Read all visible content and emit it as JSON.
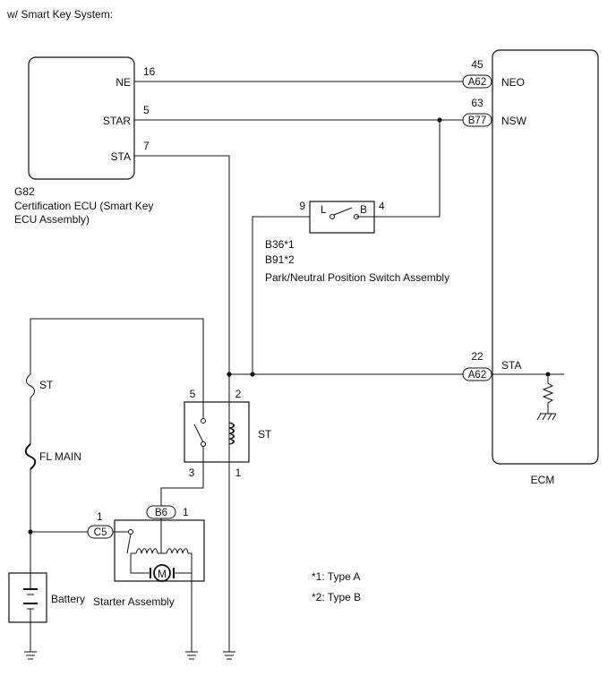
{
  "header": {
    "title": "w/ Smart Key System:"
  },
  "cert_ecu": {
    "code": "G82",
    "name_line1": "Certification ECU (Smart Key",
    "name_line2": "ECU Assembly)",
    "pins": {
      "ne": {
        "label": "NE",
        "number": "16"
      },
      "star": {
        "label": "STAR",
        "number": "5"
      },
      "sta": {
        "label": "STA",
        "number": "7"
      }
    }
  },
  "ecm": {
    "name": "ECM",
    "pins": {
      "neo": {
        "label": "NEO",
        "number": "45",
        "connector": "A62"
      },
      "nsw": {
        "label": "NSW",
        "number": "63",
        "connector": "B77"
      },
      "sta": {
        "label": "STA",
        "number": "22",
        "connector": "A62"
      }
    }
  },
  "pnp_switch": {
    "code1": "B36*1",
    "code2": "B91*2",
    "name": "Park/Neutral Position Switch Assembly",
    "pin_left": "9",
    "pin_right": "4",
    "label_left": "L",
    "label_right": "B"
  },
  "st_relay": {
    "name": "ST",
    "pin_tl": "5",
    "pin_tr": "2",
    "pin_bl": "3",
    "pin_br": "1"
  },
  "starter": {
    "name": "Starter Assembly",
    "connector_c5": "C5",
    "pin_c5": "1",
    "connector_b6": "B6",
    "pin_b6": "1",
    "motor": "M"
  },
  "fuses": {
    "st": "ST",
    "fl_main": "FL MAIN"
  },
  "battery": {
    "name": "Battery"
  },
  "notes": {
    "note1": "*1: Type A",
    "note2": "*2: Type B"
  }
}
